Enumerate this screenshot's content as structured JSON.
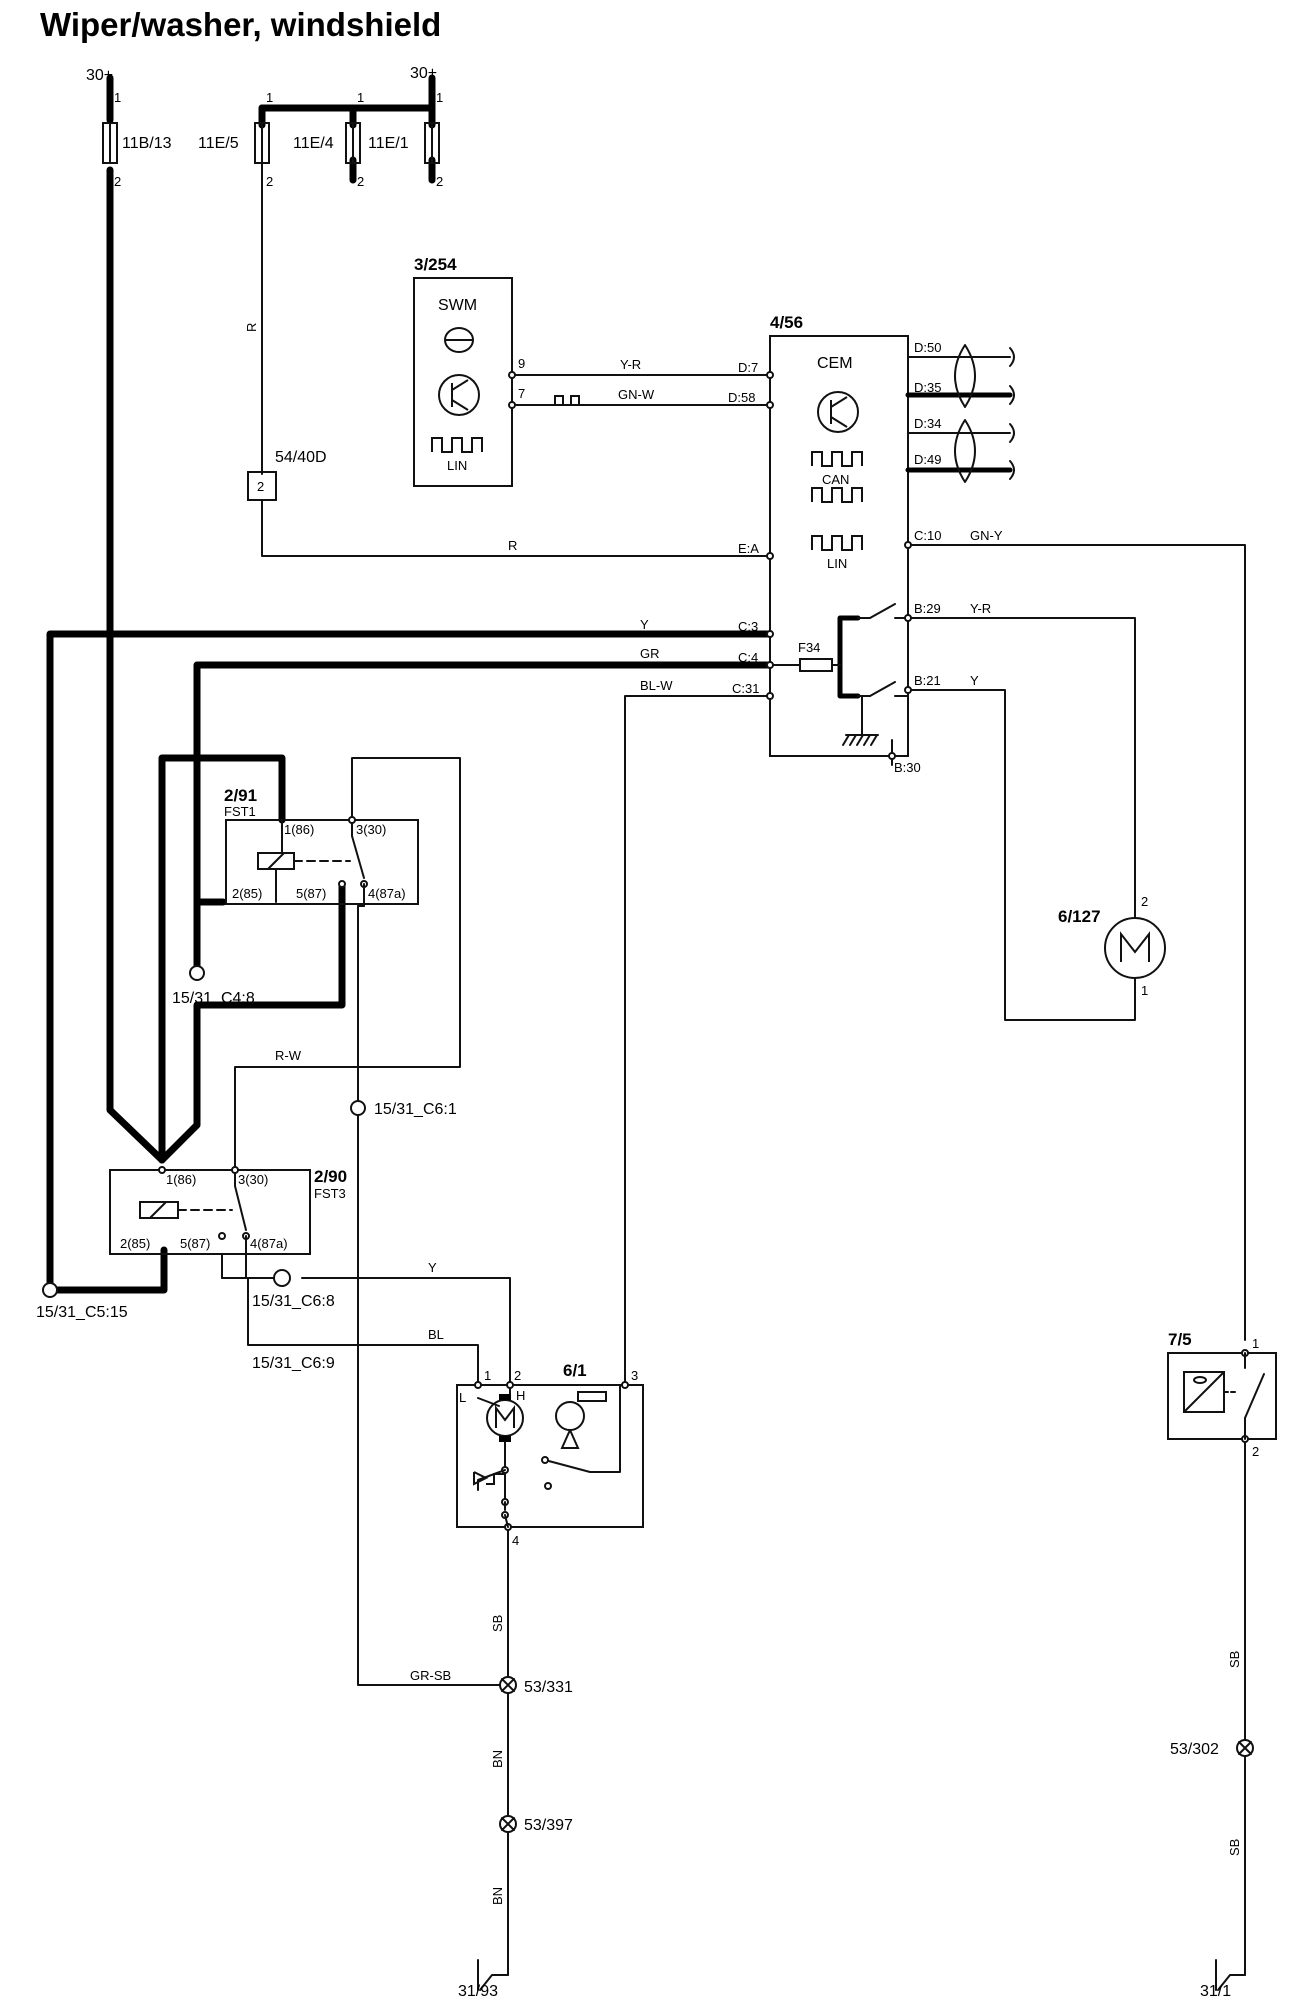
{
  "title": "Wiper/washer, windshield",
  "supplies": {
    "left": "30+",
    "right": "30+"
  },
  "fuses": [
    {
      "id": "11B/13",
      "pin1": "1",
      "pin2": "2"
    },
    {
      "id": "11E/5",
      "pin1": "1",
      "pin2": "2"
    },
    {
      "id": "11E/4",
      "pin1": "1",
      "pin2": "2"
    },
    {
      "id": "11E/1",
      "pin1": "1",
      "pin2": "2"
    }
  ],
  "swm": {
    "id": "3/254",
    "name": "SWM",
    "lin": "LIN",
    "pin9": "9",
    "pin7": "7"
  },
  "cem": {
    "id": "4/56",
    "name": "CEM",
    "can": "CAN",
    "lin": "LIN",
    "fuse": "F34",
    "pins": {
      "d7": "D:7",
      "d58": "D:58",
      "ea": "E:A",
      "c3": "C:3",
      "c4": "C:4",
      "c31": "C:31",
      "d50": "D:50",
      "d35": "D:35",
      "d34": "D:34",
      "d49": "D:49",
      "c10": "C:10",
      "b29": "B:29",
      "b21": "B:21",
      "b30": "B:30"
    }
  },
  "connector": {
    "id": "54/40D",
    "pin": "2"
  },
  "wires": {
    "yr": "Y-R",
    "gnw": "GN-W",
    "r": "R",
    "y": "Y",
    "gr": "GR",
    "blw": "BL-W",
    "gny": "GN-Y",
    "rw": "R-W",
    "bl": "BL",
    "sb": "SB",
    "bn": "BN",
    "grsb": "GR-SB"
  },
  "relay_fst1": {
    "id": "2/91",
    "name": "FST1",
    "p86": "1(86)",
    "p30": "3(30)",
    "p85": "2(85)",
    "p87": "5(87)",
    "p87a": "4(87a)"
  },
  "relay_fst3": {
    "id": "2/90",
    "name": "FST3",
    "p86": "1(86)",
    "p30": "3(30)",
    "p85": "2(85)",
    "p87": "5(87)",
    "p87a": "4(87a)"
  },
  "splices": {
    "c48": "15/31_C4:8",
    "c61": "15/31_C6:1",
    "c515": "15/31_C5:15",
    "c68": "15/31_C6:8",
    "c69": "15/31_C6:9"
  },
  "pump": {
    "id": "6/127",
    "pin2": "2",
    "pin1": "1"
  },
  "wiper_motor": {
    "id": "6/1",
    "pin1": "1",
    "pin2": "2",
    "pin3": "3",
    "pin4": "4",
    "low": "L",
    "high": "H"
  },
  "switch": {
    "id": "7/5",
    "pin1": "1",
    "pin2": "2"
  },
  "grounds": {
    "g331": "53/331",
    "g397": "53/397",
    "g302": "53/302",
    "e9393": "31/93",
    "e911": "31/1"
  }
}
